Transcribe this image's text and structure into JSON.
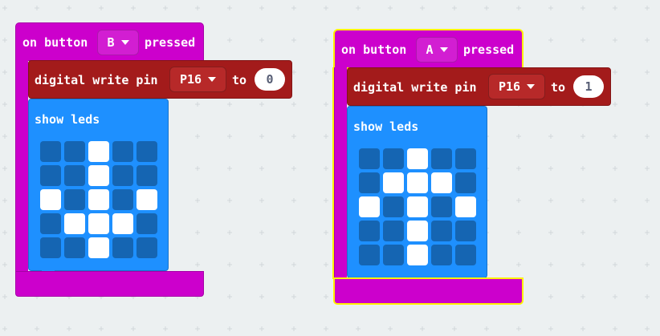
{
  "colors": {
    "workspace": "#ecf0f1",
    "event_block": "#cc00cc",
    "pins_block": "#a31b1b",
    "basic_block": "#1e90ff",
    "led_on": "#ffffff",
    "led_off": "#1565b2",
    "selection_outline": "#fff200"
  },
  "blocks": [
    {
      "hat_prefix": "on button",
      "button": "B",
      "hat_suffix": "pressed",
      "write_label": "digital write pin",
      "pin": "P16",
      "to_label": "to",
      "value": "0",
      "leds_label": "show leds",
      "leds": [
        [
          0,
          0,
          1,
          0,
          0
        ],
        [
          0,
          0,
          1,
          0,
          0
        ],
        [
          1,
          0,
          1,
          0,
          1
        ],
        [
          0,
          1,
          1,
          1,
          0
        ],
        [
          0,
          0,
          1,
          0,
          0
        ]
      ]
    },
    {
      "hat_prefix": "on button",
      "button": "A",
      "hat_suffix": "pressed",
      "write_label": "digital write pin",
      "pin": "P16",
      "to_label": "to",
      "value": "1",
      "leds_label": "show leds",
      "leds": [
        [
          0,
          0,
          1,
          0,
          0
        ],
        [
          0,
          1,
          1,
          1,
          0
        ],
        [
          1,
          0,
          1,
          0,
          1
        ],
        [
          0,
          0,
          1,
          0,
          0
        ],
        [
          0,
          0,
          1,
          0,
          0
        ]
      ]
    }
  ]
}
